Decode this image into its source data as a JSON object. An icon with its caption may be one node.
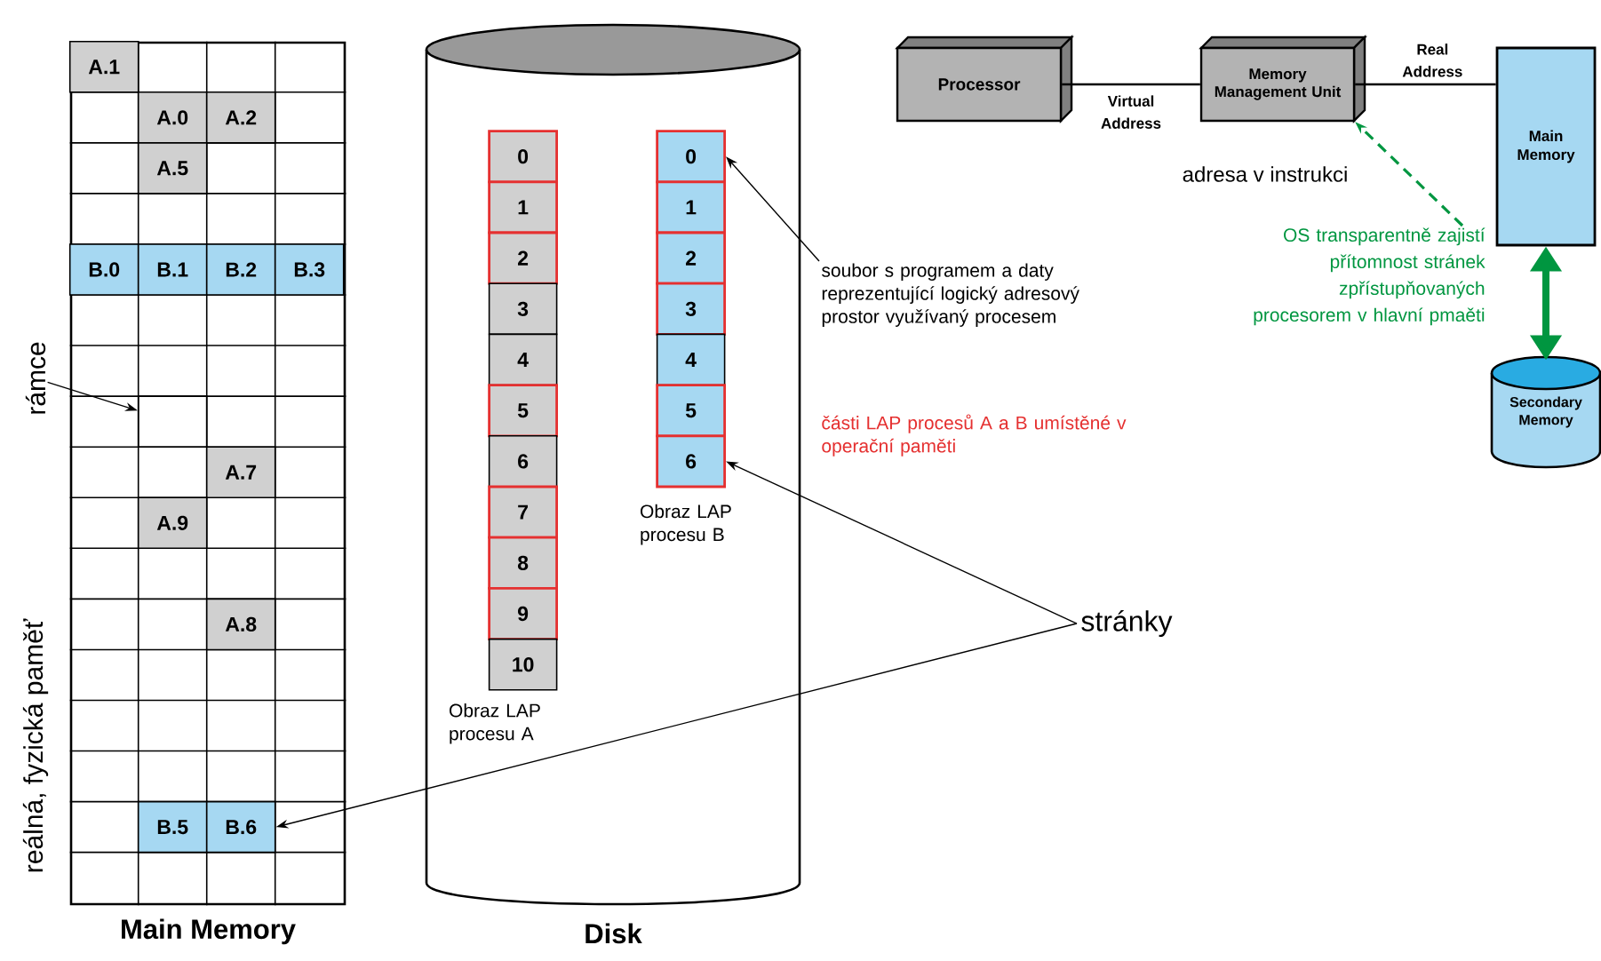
{
  "diagram": {
    "nodes": [
      {
        "text": [
          "Main Memory"
        ]
      },
      {
        "text": [
          "A.1"
        ],
        "in": 0
      },
      {
        "text": [
          "A.0"
        ],
        "in": 0
      },
      {
        "text": [
          "A.2"
        ],
        "in": 0
      },
      {
        "text": [
          "A.5"
        ],
        "in": 0
      },
      {
        "text": [
          "B.0"
        ],
        "in": 0
      },
      {
        "text": [
          "B.1"
        ],
        "in": 0
      },
      {
        "text": [
          "B.2"
        ],
        "in": 0
      },
      {
        "text": [
          "B.3"
        ],
        "in": 0
      },
      {
        "text": [],
        "shape": "box",
        "in": 0
      },
      {
        "text": [
          "A.7"
        ],
        "in": 0
      },
      {
        "text": [
          "A.9"
        ],
        "in": 0
      },
      {
        "text": [
          "A.8"
        ],
        "in": 0
      },
      {
        "text": [
          "B.5"
        ],
        "in": 0
      },
      {
        "text": [
          "B.6"
        ],
        "in": 0
      },
      {
        "text": [
          "rámce"
        ]
      },
      {
        "text": [
          "Disk"
        ]
      },
      {
        "text": [
          "0"
        ],
        "in": 16
      },
      {
        "text": [
          "1"
        ],
        "in": 16
      },
      {
        "text": [
          "2"
        ],
        "in": 16
      },
      {
        "text": [
          "3"
        ],
        "in": 16
      },
      {
        "text": [
          "4"
        ],
        "in": 16
      },
      {
        "text": [
          "5"
        ],
        "in": 16
      },
      {
        "text": [
          "6"
        ],
        "in": 16
      },
      {
        "text": [
          "7"
        ],
        "in": 16
      },
      {
        "text": [
          "8"
        ],
        "in": 16
      },
      {
        "text": [
          "9"
        ],
        "in": 16
      },
      {
        "text": [
          "10"
        ],
        "in": 16,
        "beside": [
          "Obraz LAP procesu A"
        ]
      },
      {
        "text": [
          "0"
        ],
        "in": 16
      },
      {
        "text": [
          "1"
        ],
        "in": 16
      },
      {
        "text": [
          "2"
        ],
        "in": 16
      },
      {
        "text": [
          "3"
        ],
        "in": 16
      },
      {
        "text": [
          "4"
        ],
        "in": 16
      },
      {
        "text": [
          "5"
        ],
        "in": 16
      },
      {
        "text": [
          "6"
        ],
        "in": 16,
        "beside": [
          "Obraz LAP procesu B"
        ]
      },
      {
        "text": [
          "soubor s programem a daty reprezentující logický adresový prostor využívaný procesem"
        ]
      },
      {
        "text": [
          "stránky"
        ]
      },
      {
        "text": [
          "Processor"
        ]
      },
      {
        "text": [
          "Memory Management Unit"
        ]
      },
      {
        "text": [
          "Main Memory"
        ]
      },
      {
        "text": [
          "Secondary Memory"
        ]
      },
      {
        "text": [
          "OS transparentně zajistí přítomnost stránek zpřístupňovaných procesorem v hlavní pmaěti"
        ]
      }
    ],
    "edges": [
      {
        "from": 15,
        "to": 9,
        "arrow": "to"
      },
      {
        "from": 35,
        "to": 28,
        "arrow": "to"
      },
      {
        "from": 36,
        "to": 14,
        "arrow": "to"
      },
      {
        "from": 36,
        "to": 34,
        "arrow": "to"
      },
      {
        "from": 37,
        "to": 38,
        "arrow": "none",
        "label": "Virtual Address"
      },
      {
        "from": 38,
        "to": 39,
        "arrow": "none",
        "label": "Real Address"
      },
      {
        "from": 39,
        "to": 40,
        "arrow": "both",
        "style": "thick",
        "color": "#009640"
      },
      {
        "from": 41,
        "to": 38,
        "arrow": "to",
        "style": "dashed",
        "color": "#009640"
      }
    ],
    "labels": [
      "reálná, fyzická paměť",
      "části LAP procesů A a B umístěné v operační paměti",
      "adresa v instrukci"
    ]
  }
}
